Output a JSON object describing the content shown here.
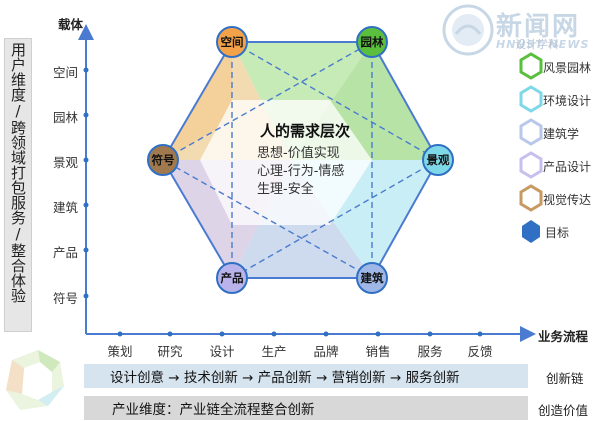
{
  "side_title": "用户维度/跨领域打包服务/整合体验",
  "y_axis": {
    "title": "载体",
    "labels": [
      "空间",
      "园林",
      "景观",
      "建筑",
      "产品",
      "符号"
    ]
  },
  "x_axis": {
    "title": "业务流程",
    "labels": [
      "策划",
      "研究",
      "设计",
      "生产",
      "品牌",
      "销售",
      "服务",
      "反馈"
    ]
  },
  "center": {
    "title": "人的需求层次",
    "lines": [
      "思想-价值实现",
      "心理-行为-情感",
      "生理-安全"
    ]
  },
  "nodes": {
    "top_left": "空间",
    "top_right": "园林",
    "right": "景观",
    "bottom_right": "建筑",
    "bottom_left": "产品",
    "left": "符号"
  },
  "legend": {
    "header": "设计学科",
    "items": [
      "风景园林",
      "环境设计",
      "建筑学",
      "产品设计",
      "视觉传达",
      "目标"
    ]
  },
  "bars": {
    "chain_text": "设计创意 → 技术创新 → 产品创新 → 营销创新 → 服务创新",
    "chain_label": "创新链",
    "value_text": "产业维度：产业链全流程整合创新",
    "value_label": "创造价值"
  },
  "logo": {
    "text_cn": "新闻网",
    "text_en": "HNUST NEWS"
  },
  "colors": {
    "orange": "#f4a24a",
    "green": "#5bbf3e",
    "cyan": "#7fd8e8",
    "lavender": "#b8b3ea",
    "brown": "#a07a4e",
    "blue": "#2f6fc4",
    "axis": "#4a7bd0"
  }
}
